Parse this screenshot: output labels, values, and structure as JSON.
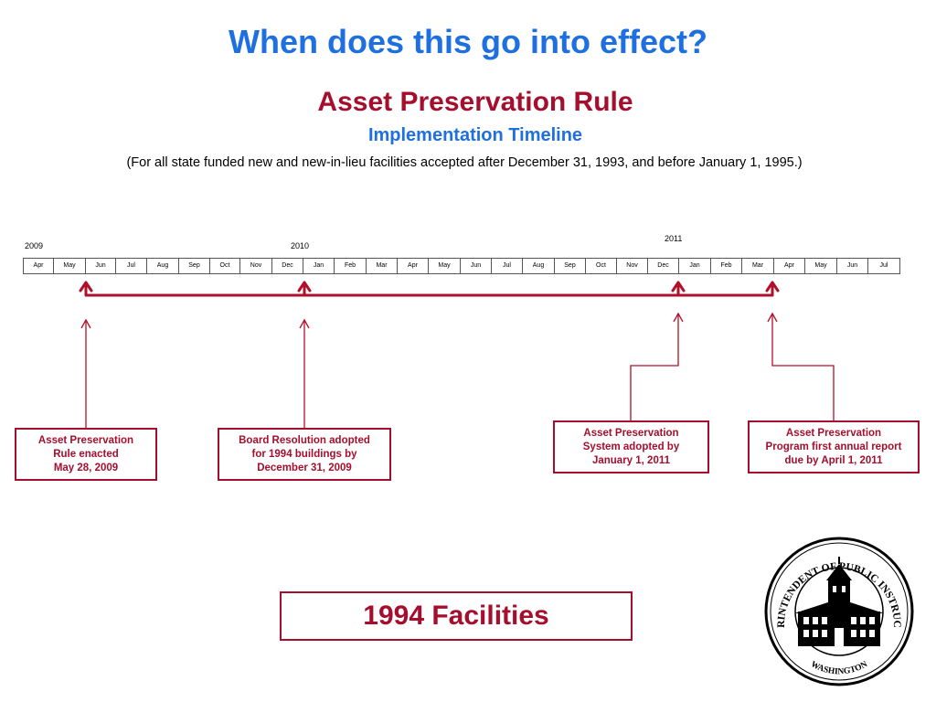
{
  "title": "When does this go into effect?",
  "subtitle": "Asset Preservation Rule",
  "subsubtitle": "Implementation Timeline",
  "note": "(For all state funded new and new-in-lieu facilities accepted after December 31, 1993, and before January 1, 1995.)",
  "years": [
    "2009",
    "2010",
    "2011"
  ],
  "months": [
    "Apr",
    "May",
    "Jun",
    "Jul",
    "Aug",
    "Sep",
    "Oct",
    "Nov",
    "Dec",
    "Jan",
    "Feb",
    "Mar",
    "Apr",
    "May",
    "Jun",
    "Jul",
    "Aug",
    "Sep",
    "Oct",
    "Nov",
    "Dec",
    "Jan",
    "Feb",
    "Mar",
    "Apr",
    "May",
    "Jun",
    "Jul"
  ],
  "milestones": [
    {
      "lines": [
        "Asset Preservation",
        "Rule enacted",
        "May 28, 2009"
      ]
    },
    {
      "lines": [
        "Board Resolution  adopted",
        "for 1994  buildings by",
        "December 31, 2009"
      ]
    },
    {
      "lines": [
        "Asset  Preservation",
        "System adopted by",
        "January 1, 2011"
      ]
    },
    {
      "lines": [
        "Asset  Preservation",
        "Program first annual report",
        "due by April 1, 2011"
      ]
    }
  ],
  "facilities_label": "1994 Facilities",
  "seal": {
    "text_top": "SUPERINTENDENT OF PUBLIC INSTRUCTION",
    "text_bottom": "WASHINGTON"
  },
  "colors": {
    "title_blue": "#1e6fe0",
    "accent_red": "#a50f2d",
    "line_red": "#b0102a"
  }
}
